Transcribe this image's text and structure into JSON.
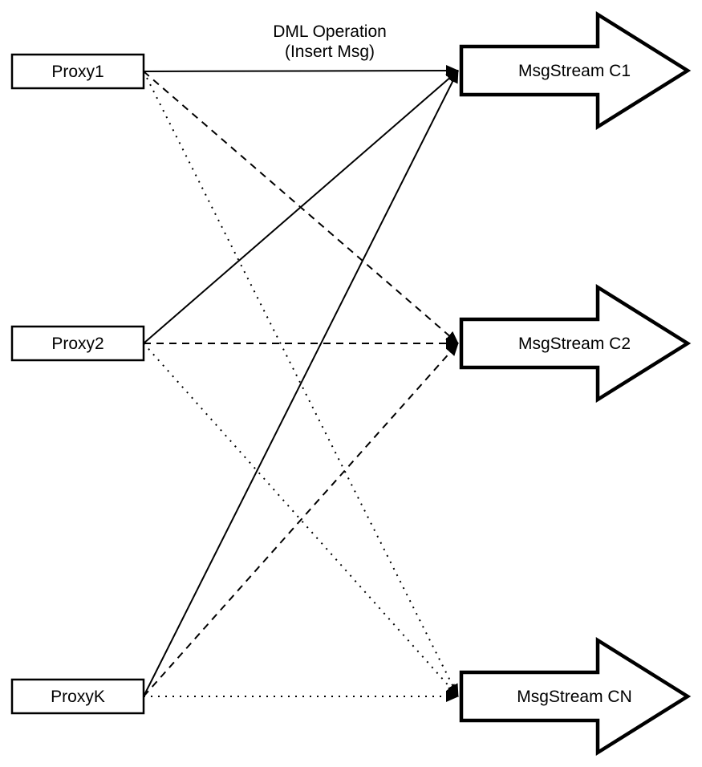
{
  "diagram": {
    "title": {
      "line1": "DML Operation",
      "line2": "(Insert Msg)"
    },
    "colors": {
      "stroke": "#000000",
      "node_fill": "#ffffff",
      "background": "#ffffff"
    },
    "proxies": [
      {
        "id": "proxy1",
        "label": "Proxy1"
      },
      {
        "id": "proxy2",
        "label": "Proxy2"
      },
      {
        "id": "proxyk",
        "label": "ProxyK"
      }
    ],
    "streams": [
      {
        "id": "c1",
        "label": "MsgStream C1"
      },
      {
        "id": "c2",
        "label": "MsgStream C2"
      },
      {
        "id": "cn",
        "label": "MsgStream CN"
      }
    ],
    "edges": [
      {
        "from": "proxy1",
        "to": "c1",
        "style": "solid"
      },
      {
        "from": "proxy1",
        "to": "c2",
        "style": "dashed"
      },
      {
        "from": "proxy1",
        "to": "cn",
        "style": "dotted"
      },
      {
        "from": "proxy2",
        "to": "c1",
        "style": "solid"
      },
      {
        "from": "proxy2",
        "to": "c2",
        "style": "dashed"
      },
      {
        "from": "proxy2",
        "to": "cn",
        "style": "dotted"
      },
      {
        "from": "proxyk",
        "to": "c1",
        "style": "solid"
      },
      {
        "from": "proxyk",
        "to": "c2",
        "style": "dashed"
      },
      {
        "from": "proxyk",
        "to": "cn",
        "style": "dotted"
      }
    ]
  }
}
